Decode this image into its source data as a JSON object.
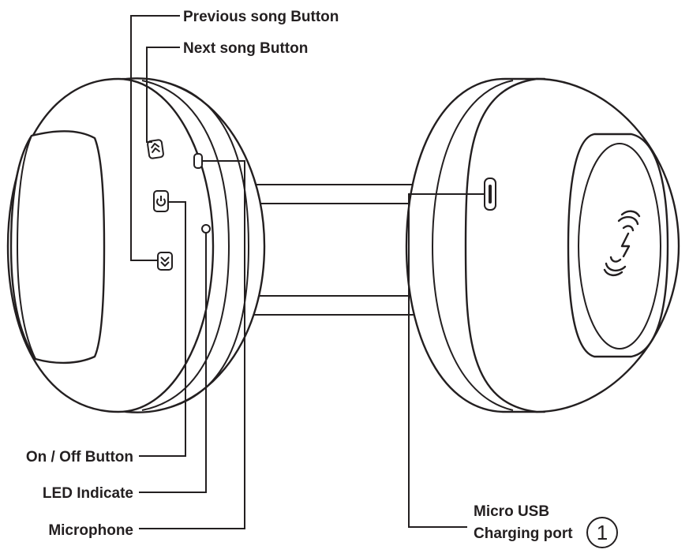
{
  "labels": {
    "previous_song": "Previous song Button",
    "next_song": "Next song Button",
    "on_off": "On / Off Button",
    "led": "LED Indicate",
    "microphone": "Microphone",
    "micro_usb_line1": "Micro USB",
    "micro_usb_line2": "Charging port",
    "callout_number": "1"
  },
  "icons": [
    "up-chevron-button-icon",
    "power-button-icon",
    "down-chevron-button-icon",
    "led-slot-icon",
    "microphone-hole-icon",
    "usb-port-icon",
    "wireless-charging-icon"
  ],
  "colors": {
    "line": "#231f20",
    "background": "#ffffff"
  }
}
